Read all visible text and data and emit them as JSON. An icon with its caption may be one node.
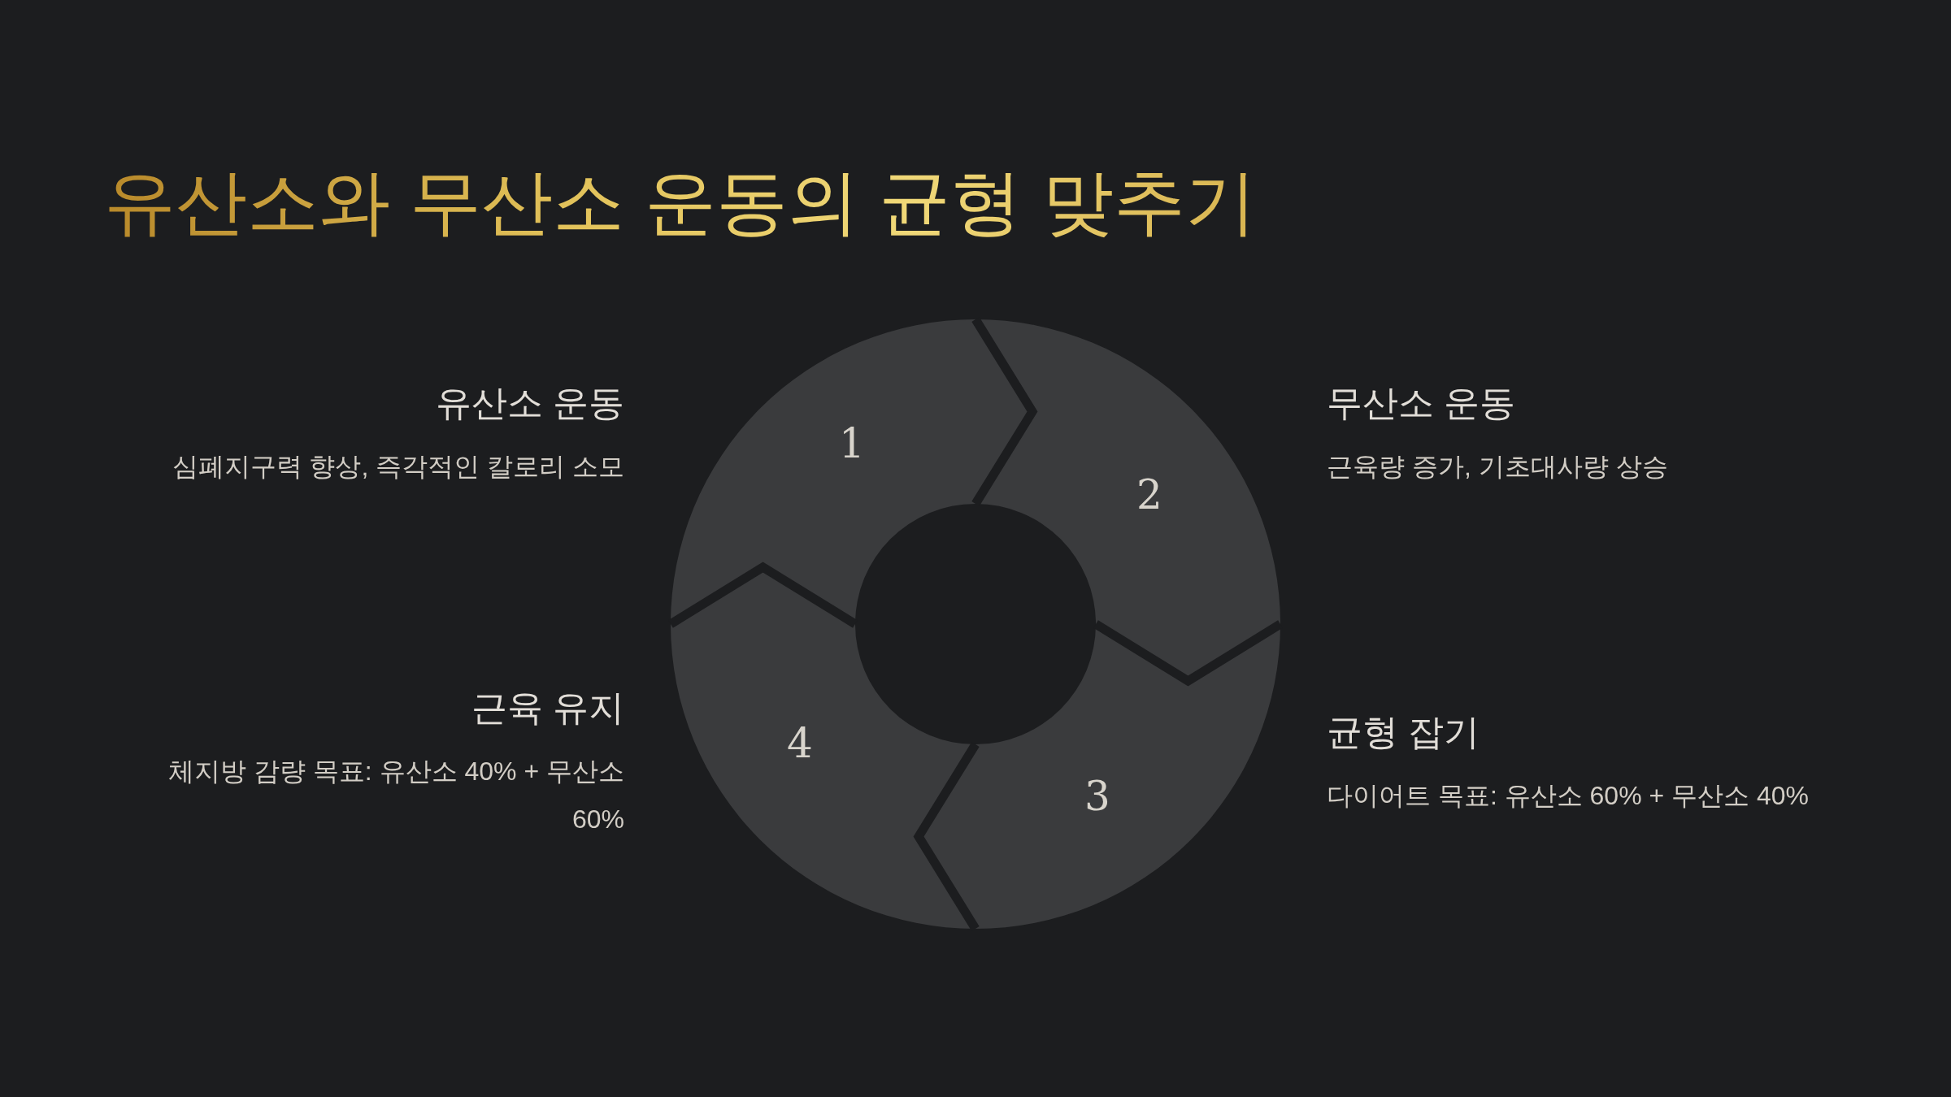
{
  "diagram": {
    "title": "유산소와 무산소 운동의 균형 맞추기",
    "nodes": [
      {
        "text": [
          "1"
        ]
      },
      {
        "text": [
          "2"
        ]
      },
      {
        "text": [
          "3"
        ]
      },
      {
        "text": [
          "4"
        ]
      },
      {
        "text": [
          "유산소 운동",
          "심폐지구력 향상, 즉각적인 칼로리 소모"
        ]
      },
      {
        "text": [
          "무산소 운동",
          "근육량 증가, 기초대사량 상승"
        ]
      },
      {
        "text": [
          "균형 잡기",
          "다이어트 목표: 유산소 60% + 무산소 40%"
        ]
      },
      {
        "text": [
          "근육 유지",
          "체지방 감량 목표: 유산소 40% + 무산소 60%"
        ]
      }
    ]
  }
}
